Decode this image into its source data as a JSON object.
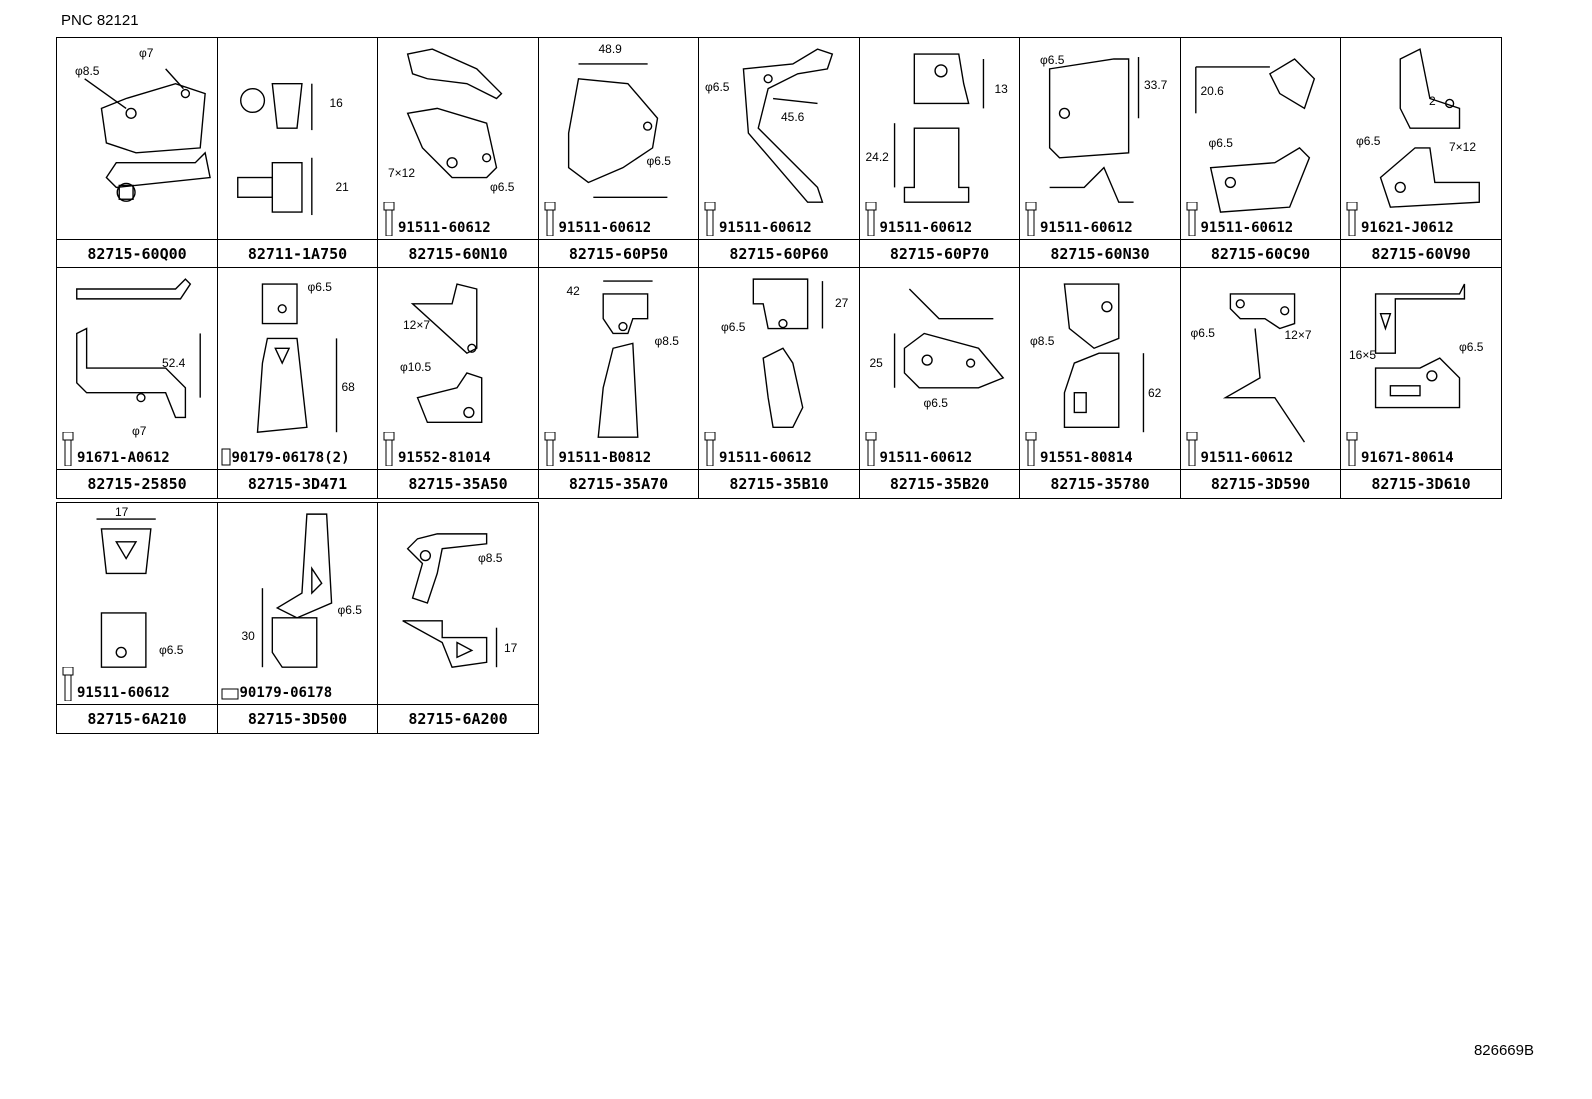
{
  "header": {
    "pnc": "PNC 82121"
  },
  "footer": {
    "document_number": "826669B"
  },
  "rows": [
    [
      {
        "part_number": "82715-60Q00",
        "dims": [
          "φ8.5",
          "φ7"
        ]
      },
      {
        "part_number": "82711-1A750",
        "dims": [
          "16",
          "21"
        ]
      },
      {
        "part_number": "82715-60N10",
        "dims": [
          "7×12",
          "φ6.5"
        ],
        "bolt": "91511-60612"
      },
      {
        "part_number": "82715-60P50",
        "dims": [
          "48.9",
          "φ6.5"
        ],
        "bolt": "91511-60612"
      },
      {
        "part_number": "82715-60P60",
        "dims": [
          "φ6.5",
          "45.6"
        ],
        "bolt": "91511-60612"
      },
      {
        "part_number": "82715-60P70",
        "dims": [
          "13",
          "24.2"
        ],
        "bolt": "91511-60612"
      },
      {
        "part_number": "82715-60N30",
        "dims": [
          "φ6.5",
          "33.7"
        ],
        "bolt": "91511-60612"
      },
      {
        "part_number": "82715-60C90",
        "dims": [
          "20.6",
          "φ6.5"
        ],
        "bolt": "91511-60612"
      },
      {
        "part_number": "82715-60V90",
        "dims": [
          "2",
          "φ6.5",
          "7×12"
        ],
        "bolt": "91621-J0612"
      }
    ],
    [
      {
        "part_number": "82715-25850",
        "dims": [
          "52.4",
          "φ7"
        ],
        "bolt": "91671-A0612"
      },
      {
        "part_number": "82715-3D471",
        "dims": [
          "φ6.5",
          "68"
        ],
        "bolt": "90179-06178(2)"
      },
      {
        "part_number": "82715-35A50",
        "dims": [
          "12×7",
          "φ10.5"
        ],
        "bolt": "91552-81014"
      },
      {
        "part_number": "82715-35A70",
        "dims": [
          "42",
          "φ8.5"
        ],
        "bolt": "91511-B0812"
      },
      {
        "part_number": "82715-35B10",
        "dims": [
          "φ6.5",
          "27"
        ],
        "bolt": "91511-60612"
      },
      {
        "part_number": "82715-35B20",
        "dims": [
          "25",
          "φ6.5"
        ],
        "bolt": "91511-60612"
      },
      {
        "part_number": "82715-35780",
        "dims": [
          "φ8.5",
          "62"
        ],
        "bolt": "91551-80814"
      },
      {
        "part_number": "82715-3D590",
        "dims": [
          "φ6.5",
          "12×7"
        ],
        "bolt": "91511-60612"
      },
      {
        "part_number": "82715-3D610",
        "dims": [
          "16×5",
          "φ6.5"
        ],
        "bolt": "91671-80614"
      }
    ],
    [
      {
        "part_number": "82715-6A210",
        "dims": [
          "17",
          "φ6.5"
        ],
        "bolt": "91511-60612"
      },
      {
        "part_number": "82715-3D500",
        "dims": [
          "φ6.5",
          "30"
        ],
        "bolt": "90179-06178"
      },
      {
        "part_number": "82715-6A200",
        "dims": [
          "φ8.5",
          "17"
        ]
      }
    ]
  ]
}
